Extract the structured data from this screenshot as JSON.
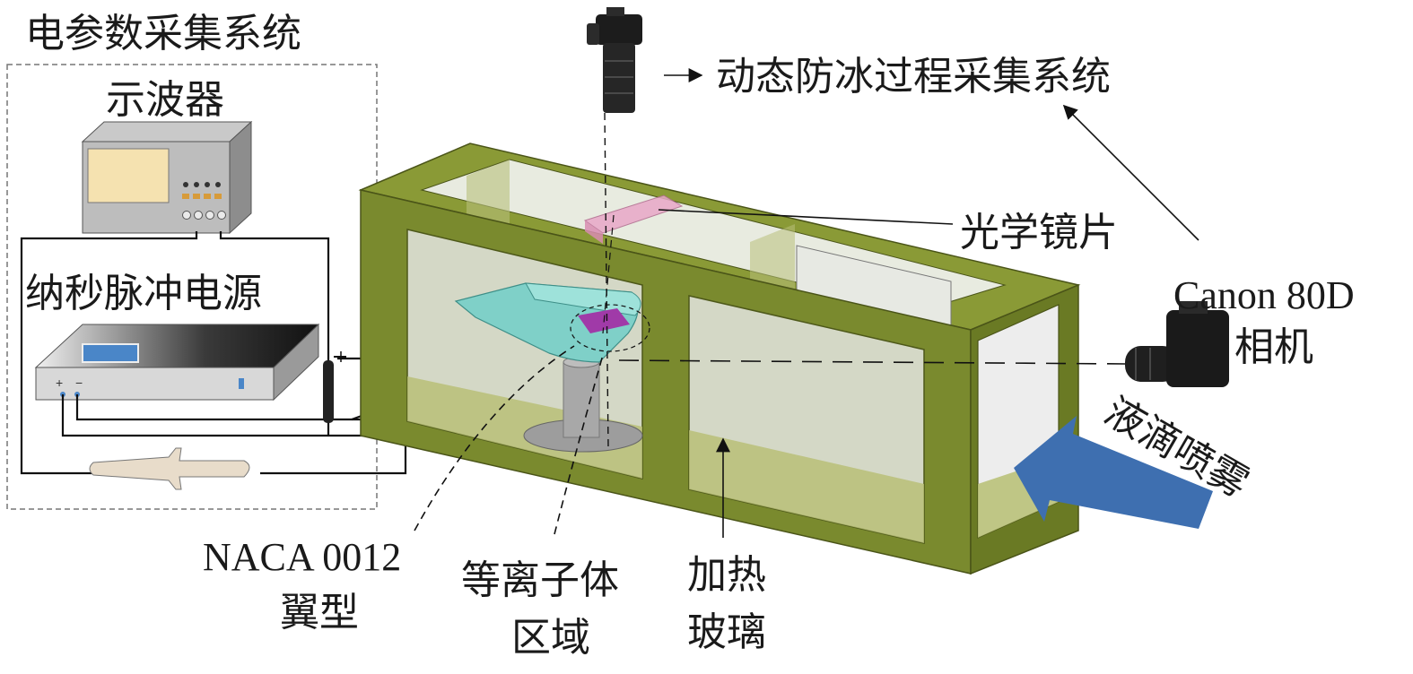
{
  "labels": {
    "acquisition_system": "电参数采集系统",
    "oscilloscope": "示波器",
    "power_supply": "纳秒脉冲电源",
    "dynamic_capture": "动态防冰过程采集系统",
    "optical_lens": "光学镜片",
    "camera_model": "Canon 80D",
    "camera": "相机",
    "spray": "液滴喷雾",
    "airfoil_line1": "NACA 0012",
    "airfoil_line2": "翼型",
    "plasma_line1": "等离子体",
    "plasma_line2": "区域",
    "heated_line1": "加热",
    "heated_line2": "玻璃",
    "plus_sign": "+",
    "minus_sign": "−"
  },
  "colors": {
    "frame": "#7a8a2e",
    "frame_dark": "#5f6d20",
    "glass": "#d9dccf",
    "airfoil": "#7fd0c8",
    "plasma": "#a03aa8",
    "lens": "#e8a8c8",
    "arrow": "#3e6fb0",
    "screen": "#f5e2b0"
  }
}
